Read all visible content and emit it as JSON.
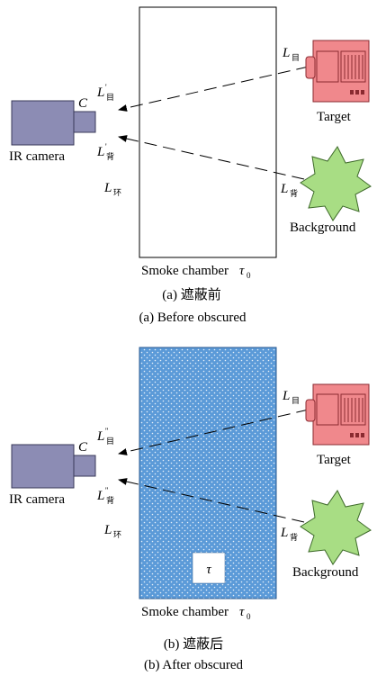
{
  "colors": {
    "camera": "#8c8cb4",
    "camera_stroke": "#3a3a5a",
    "target": "#f0888c",
    "target_stroke": "#8a2a30",
    "background_star": "#a8dd84",
    "background_star_stroke": "#3e6a2a",
    "smoke_fill": "#5b9ad8",
    "smoke_dots": "#ffffff",
    "line": "#000000"
  },
  "panel_a": {
    "camera_label": "IR camera",
    "c_label": "C",
    "l_mu_symbol": "L",
    "l_mu_sub": "目",
    "l_mu_prime": "'",
    "l_bei_symbol": "L",
    "l_bei_sub": "背",
    "l_bei_prime": "'",
    "l_huan_symbol": "L",
    "l_huan_sub": "环",
    "right_l_mu_symbol": "L",
    "right_l_mu_sub": "目",
    "right_l_bei_symbol": "L",
    "right_l_bei_sub": "背",
    "target_label": "Target",
    "background_label": "Background",
    "chamber_label": "Smoke chamber",
    "chamber_tau": "τ",
    "chamber_tau_sub": "0",
    "caption_cn": "(a) 遮蔽前",
    "caption_en": "(a) Before obscured"
  },
  "panel_b": {
    "camera_label": "IR camera",
    "c_label": "C",
    "l_mu_symbol": "L",
    "l_mu_sub": "目",
    "l_mu_prime": "''",
    "l_bei_symbol": "L",
    "l_bei_sub": "背",
    "l_bei_prime": "''",
    "l_huan_symbol": "L",
    "l_huan_sub": "环",
    "right_l_mu_symbol": "L",
    "right_l_mu_sub": "目",
    "right_l_bei_symbol": "L",
    "right_l_bei_sub": "背",
    "target_label": "Target",
    "background_label": "Background",
    "tau_box": "τ",
    "chamber_label": "Smoke chamber",
    "chamber_tau": "τ",
    "chamber_tau_sub": "0",
    "caption_cn": "(b) 遮蔽后",
    "caption_en": "(b) After obscured"
  }
}
